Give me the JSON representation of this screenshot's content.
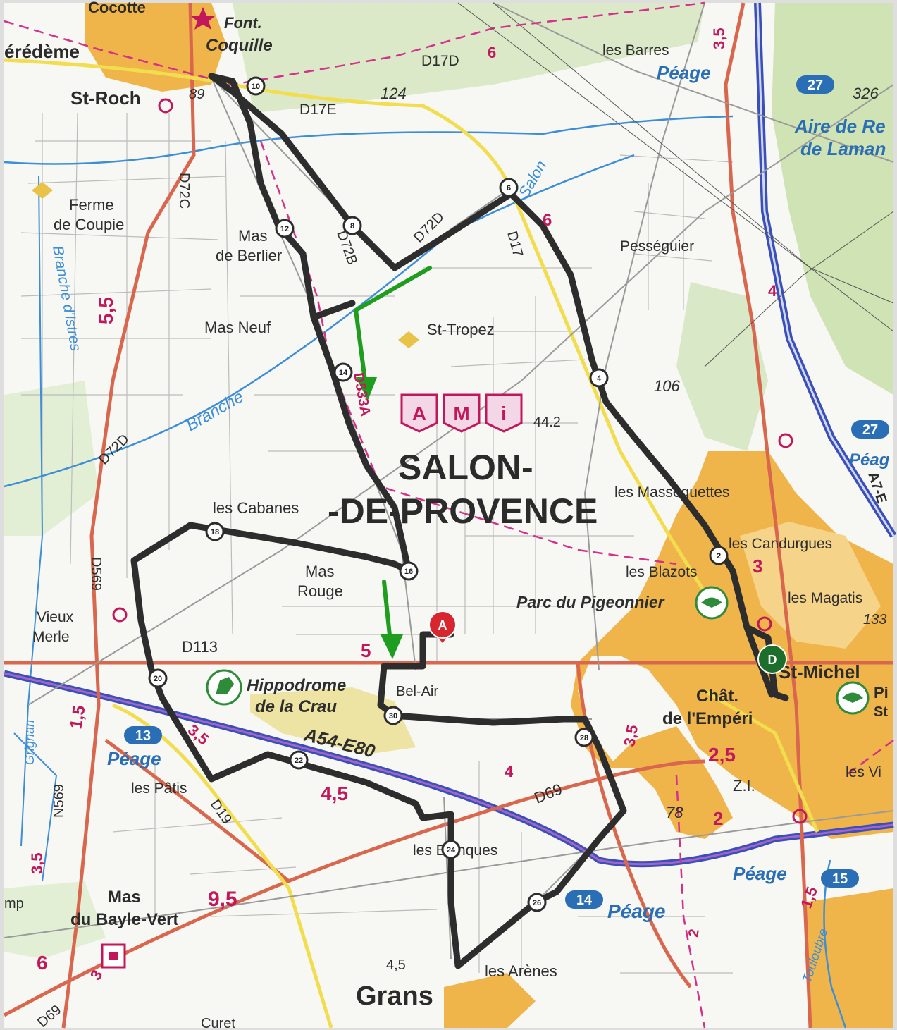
{
  "map": {
    "colors": {
      "background": "#f7f7f4",
      "urban": "#f0b54a",
      "forest": "#cfe3b4",
      "water": "#3d8ed6",
      "motorway": "#3b4fb6",
      "road_major": "#d9674d",
      "road_yellow": "#f2dd4e",
      "route": "#2d2d2d",
      "direction_arrow": "#1f9d1f",
      "marker_start": "#d7262e",
      "marker_end": "#1d6e2c"
    },
    "labels": {
      "town_main_line1": "SALON-",
      "town_main_line2": "-DE-PROVENCE",
      "grans": "Grans",
      "st_roch": "St-Roch",
      "font_coquille_1": "Font.",
      "font_coquille_2": "Coquille",
      "cocotte": "Cocotte",
      "eredeme": "érédème",
      "les_barres": "les Barres",
      "peage_top": "Péage",
      "aire_1": "Aire de Re",
      "aire_2": "de Laman",
      "ferme_1": "Ferme",
      "ferme_2": "de Coupie",
      "mas_berlier_1": "Mas",
      "mas_berlier_2": "de Berlier",
      "mas_neuf": "Mas Neuf",
      "st_tropez": "St-Tropez",
      "pesseguier": "Pességuier",
      "les_cabanes": "les Cabanes",
      "mas_rouge_1": "Mas",
      "mas_rouge_2": "Rouge",
      "vieux_merle_1": "Vieux",
      "vieux_merle_2": "Merle",
      "masseguettes": "les Masseguettes",
      "candurgues": "les Candurgues",
      "blazots": "les Blazots",
      "magatis": "les Magatis",
      "parc": "Parc du Pigeonnier",
      "st_michel": "St-Michel",
      "chat_1": "Chât.",
      "chat_2": "de l'Empéri",
      "hippo_1": "Hippodrome",
      "hippo_2": "de la Crau",
      "bel_air": "Bel-Air",
      "a54": "A54-E80",
      "peage_left": "Péage",
      "les_patis": "les Pâtis",
      "les_blanques": "les Blanques",
      "peage_bottom": "Péage",
      "peage_right": "Péage",
      "peage_right2": "Péag",
      "mas_bayle_1": "Mas",
      "mas_bayle_2": "du Bayle-Vert",
      "les_arenes": "les Arènes",
      "zi": "Z.I.",
      "les_vi": "les Vi",
      "amp": "mp",
      "curet": "Curet",
      "branche_istres": "Branche d'Istres",
      "branche": "Branche",
      "salon_canal": "Salon",
      "grignan": "Grignan",
      "toulouse": "Touloubre",
      "st_right": "St",
      "pi_right": "Pi",
      "a7": "A7-E"
    },
    "roads": {
      "d17d": "D17D",
      "d17e": "D17E",
      "d72d_top": "D72D",
      "d72b": "D72B",
      "d72c": "D72C",
      "d17": "D17",
      "d72d_left": "D72D",
      "d569": "D569",
      "d113": "D113",
      "d19": "D19",
      "d69": "D69",
      "d69_bottom": "D69",
      "n569": "N569",
      "d533a": "D533A",
      "n124": "124",
      "n326": "326"
    },
    "elevations": {
      "e106": "106",
      "e442": "44.2",
      "e78": "78",
      "e89": "89",
      "e133": "133"
    },
    "distances": [
      "3,5",
      "6",
      "6",
      "5,5",
      "5",
      "1,5",
      "3,5",
      "4,5",
      "4",
      "3,5",
      "2,5",
      "2",
      "9,5",
      "3,5",
      "6",
      "3",
      "1,5",
      "2",
      "3",
      "4",
      "4,5"
    ],
    "exit_badges": [
      "27",
      "27",
      "13",
      "14",
      "15"
    ],
    "route_km_markers": [
      "10",
      "6",
      "8",
      "12",
      "4",
      "14",
      "2",
      "18",
      "16",
      "20",
      "30",
      "28",
      "22",
      "24",
      "26"
    ],
    "marker_start": "A",
    "marker_end": "D",
    "icon_labels": [
      "A",
      "M",
      "i"
    ]
  }
}
